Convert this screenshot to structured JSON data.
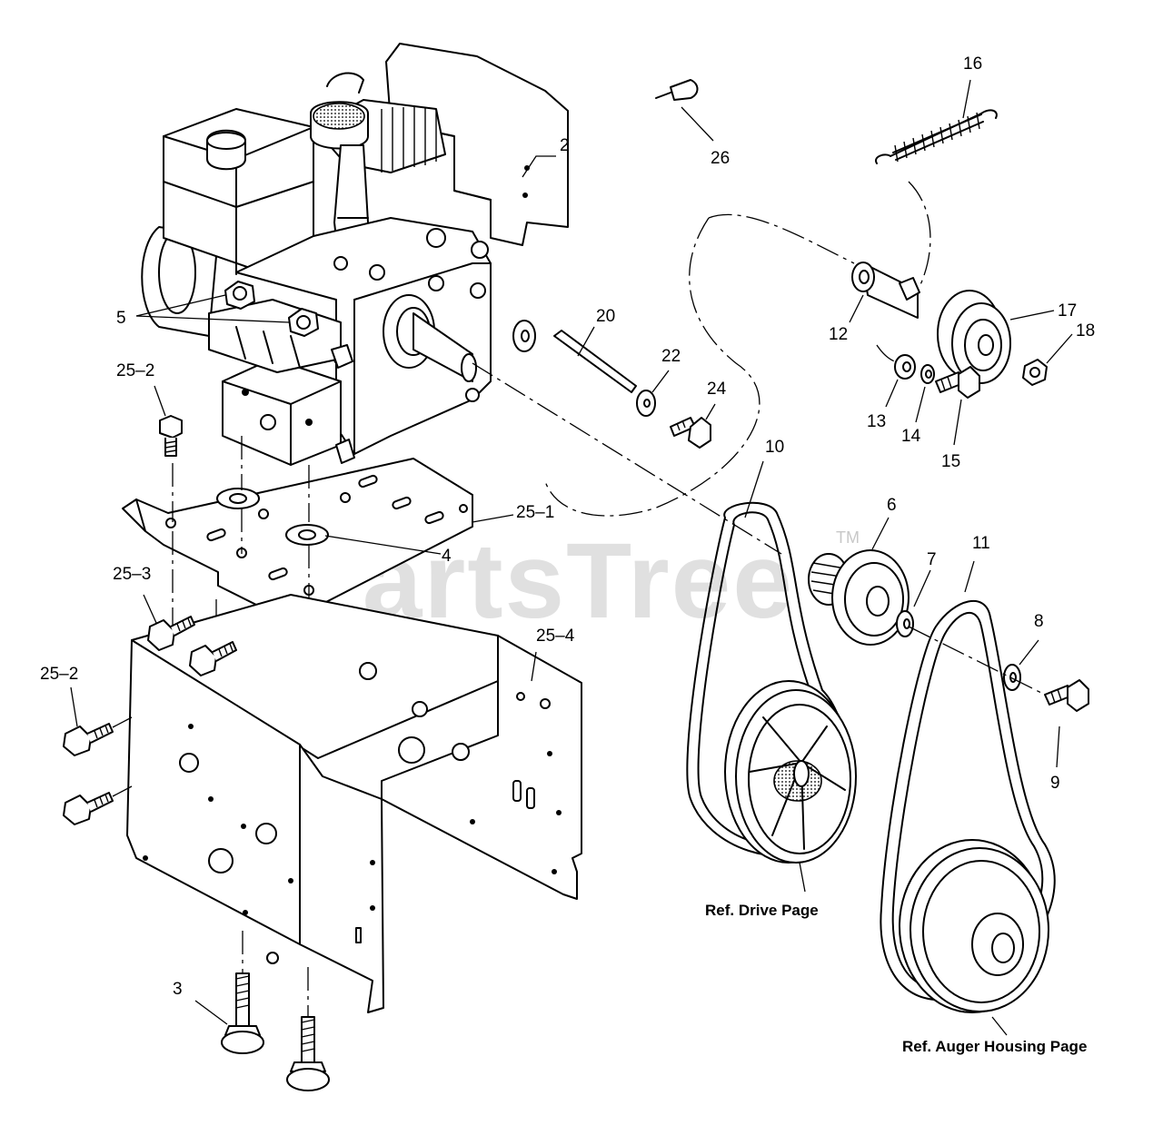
{
  "watermark": {
    "text": "PartsTree",
    "trademark": "TM"
  },
  "references": {
    "drive_page": "Ref. Drive Page",
    "auger_housing_page": "Ref. Auger Housing Page"
  },
  "callouts": {
    "c2": "2",
    "c3": "3",
    "c4": "4",
    "c5": "5",
    "c6": "6",
    "c7": "7",
    "c8": "8",
    "c9": "9",
    "c10": "10",
    "c11": "11",
    "c12": "12",
    "c13": "13",
    "c14": "14",
    "c15": "15",
    "c16": "16",
    "c17": "17",
    "c18": "18",
    "c20": "20",
    "c22": "22",
    "c24": "24",
    "c25_1": "25–1",
    "c25_2a": "25–2",
    "c25_2b": "25–2",
    "c25_3": "25–3",
    "c25_4": "25–4",
    "c26": "26"
  }
}
